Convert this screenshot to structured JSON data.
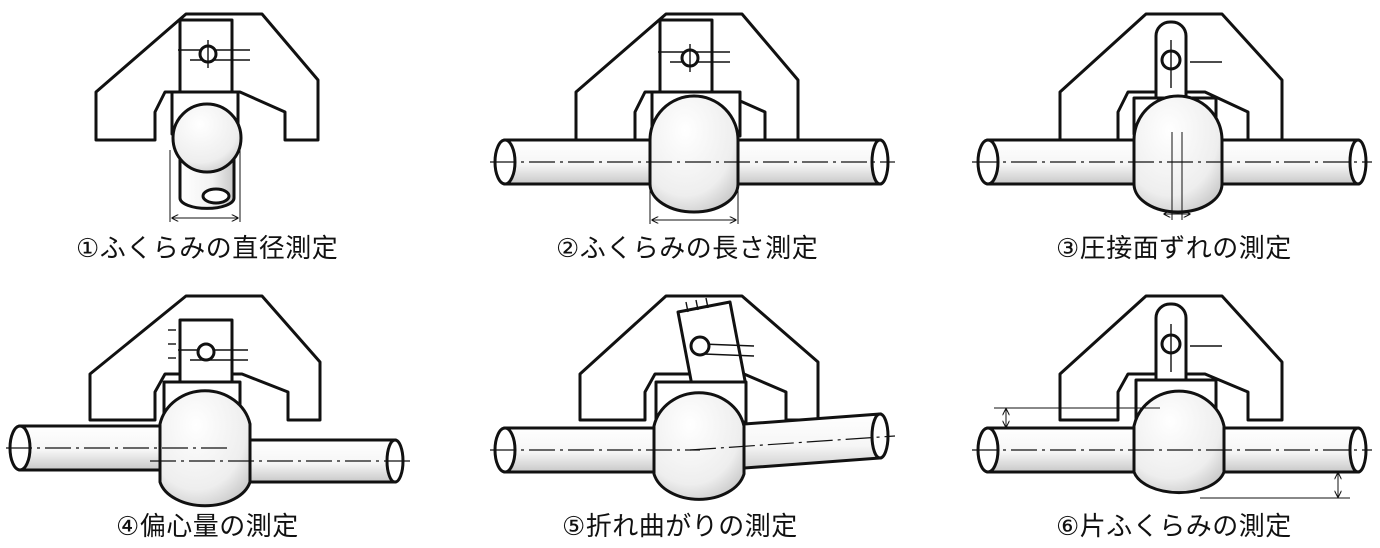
{
  "panels": [
    {
      "id": "p1",
      "caption": "①ふくらみの直径測定"
    },
    {
      "id": "p2",
      "caption": "②ふくらみの長さ測定"
    },
    {
      "id": "p3",
      "caption": "③圧接面ずれの測定"
    },
    {
      "id": "p4",
      "caption": "④偏心量の測定"
    },
    {
      "id": "p5",
      "caption": "⑤折れ曲がりの測定"
    },
    {
      "id": "p6",
      "caption": "⑥片ふくらみの測定"
    }
  ]
}
